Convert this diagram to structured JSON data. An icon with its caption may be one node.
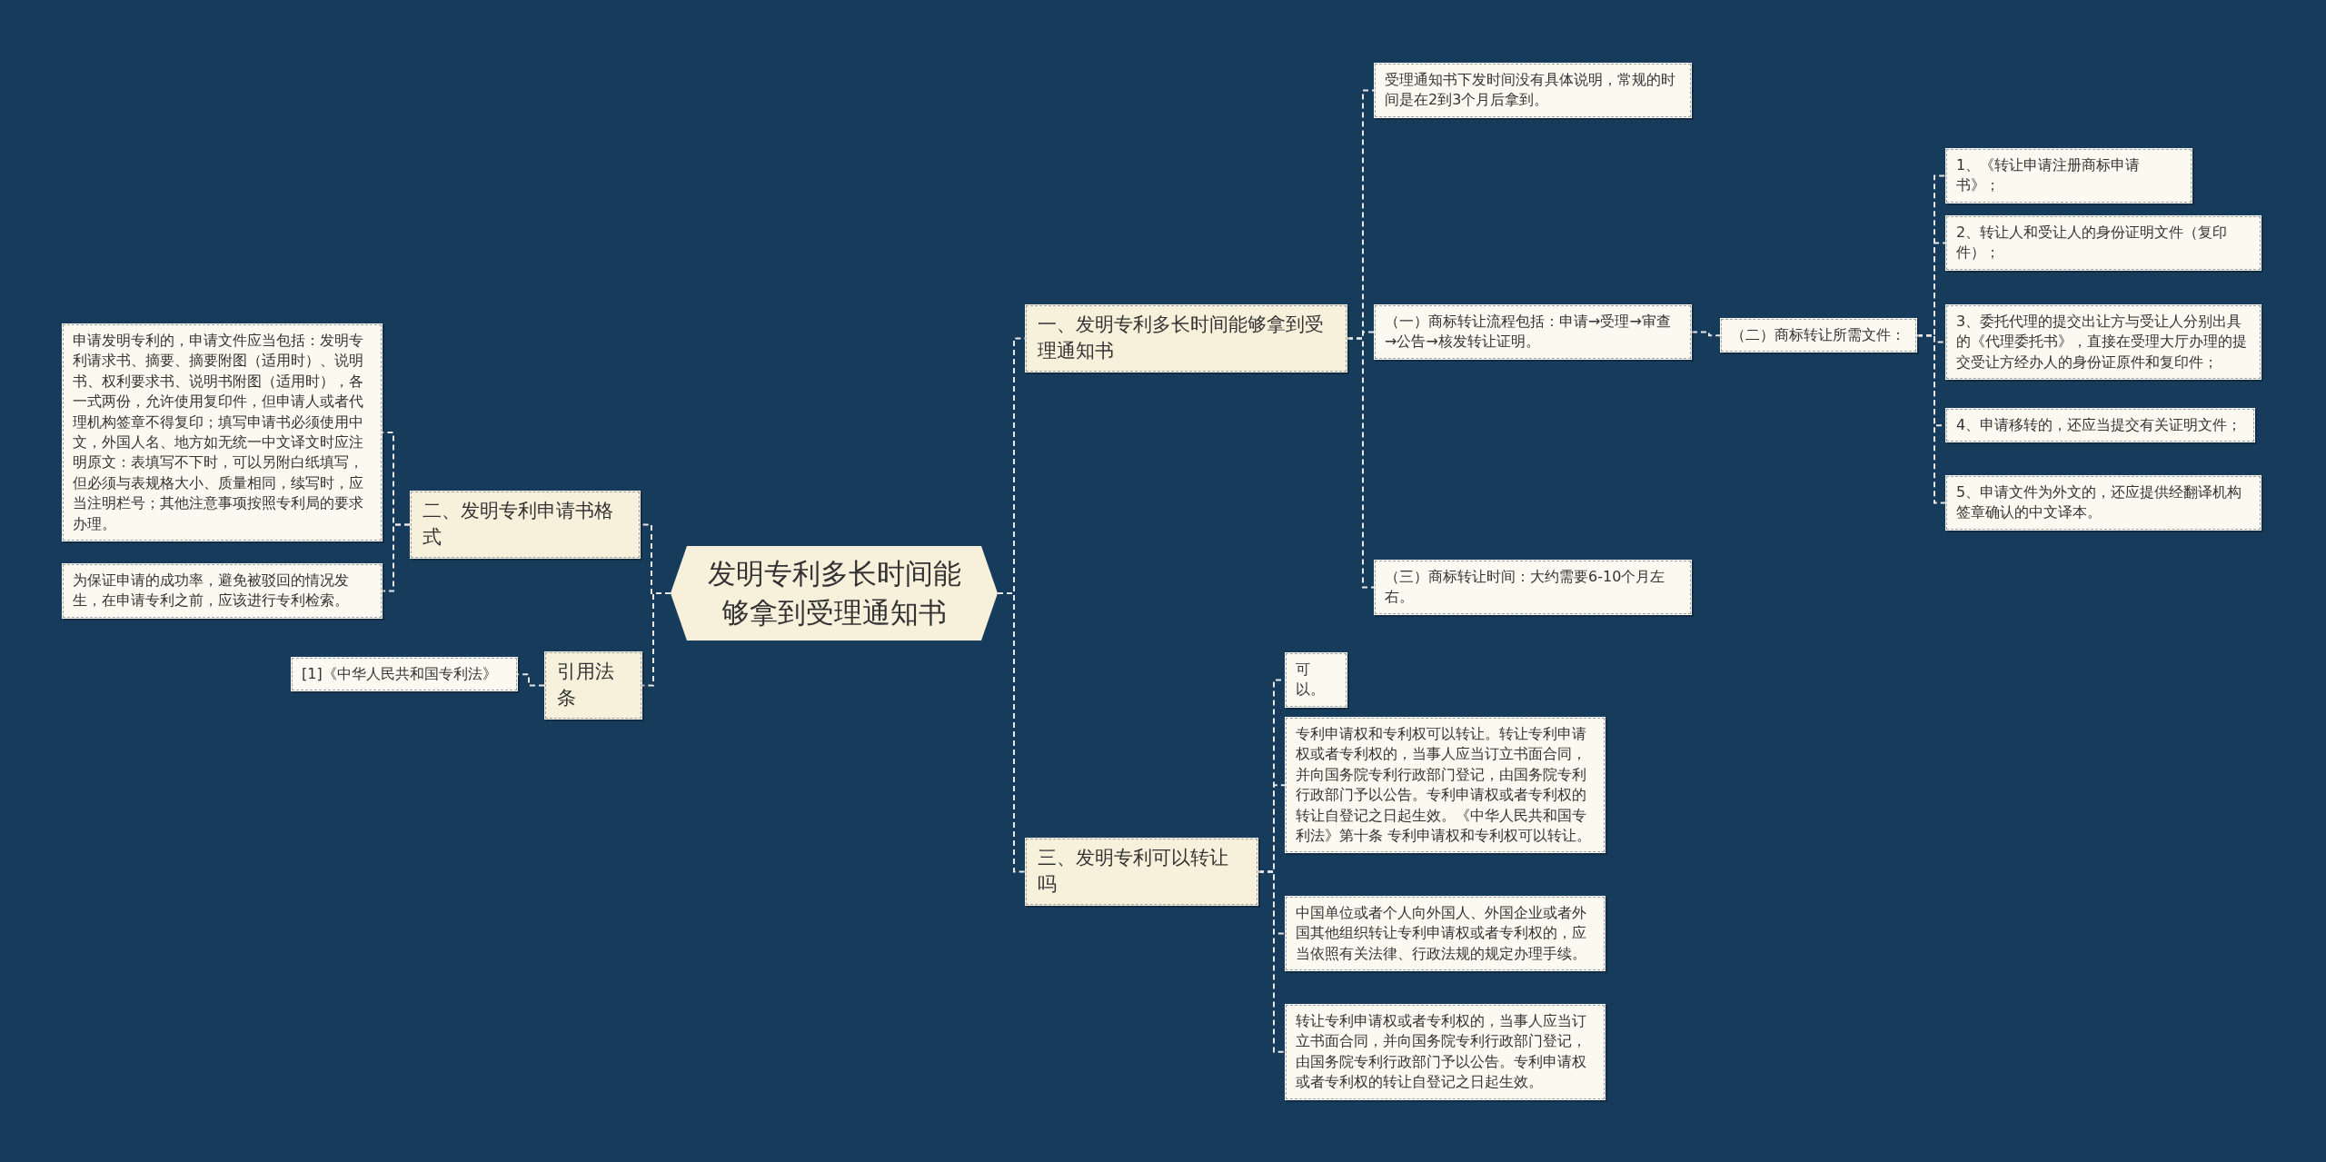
{
  "diagram": {
    "nodes": [
      {
        "text": [
          "发明专利多长时间能够拿到受理通知书"
        ]
      },
      {
        "text": [
          "一、发明专利多长时间能够拿到受理通知书"
        ]
      },
      {
        "text": [
          "受理通知书下发时间没有具体说明，常规的时间是在2到3个月后拿到。"
        ]
      },
      {
        "text": [
          "（一）商标转让流程包括：申请→受理→审查→公告→核发转让证明。"
        ]
      },
      {
        "text": [
          "（二）商标转让所需文件："
        ]
      },
      {
        "text": [
          "1、《转让申请注册商标申请书》；"
        ]
      },
      {
        "text": [
          "2、转让人和受让人的身份证明文件（复印件）；"
        ]
      },
      {
        "text": [
          "3、委托代理的提交出让方与受让人分别出具的《代理委托书》，直接在受理大厅办理的提交受让方经办人的身份证原件和复印件；"
        ]
      },
      {
        "text": [
          "4、申请移转的，还应当提交有关证明文件；"
        ]
      },
      {
        "text": [
          "5、申请文件为外文的，还应提供经翻译机构签章确认的中文译本。"
        ]
      },
      {
        "text": [
          "（三）商标转让时间：大约需要6-10个月左右。"
        ]
      },
      {
        "text": [
          "三、发明专利可以转让吗"
        ]
      },
      {
        "text": [
          "可以。"
        ]
      },
      {
        "text": [
          "专利申请权和专利权可以转让。转让专利申请权或者专利权的，当事人应当订立书面合同，并向国务院专利行政部门登记，由国务院专利行政部门予以公告。专利申请权或者专利权的转让自登记之日起生效。《中华人民共和国专利法》第十条 专利申请权和专利权可以转让。"
        ]
      },
      {
        "text": [
          "中国单位或者个人向外国人、外国企业或者外国其他组织转让专利申请权或者专利权的，应当依照有关法律、行政法规的规定办理手续。"
        ]
      },
      {
        "text": [
          "转让专利申请权或者专利权的，当事人应当订立书面合同，并向国务院专利行政部门登记，由国务院专利行政部门予以公告。专利申请权或者专利权的转让自登记之日起生效。"
        ]
      },
      {
        "text": [
          "二、发明专利申请书格式"
        ]
      },
      {
        "text": [
          "申请发明专利的，申请文件应当包括：发明专利请求书、摘要、摘要附图（适用时）、说明书、权利要求书、说明书附图（适用时），各一式两份，允许使用复印件，但申请人或者代理机构签章不得复印；填写申请书必须使用中文，外国人名、地方如无统一中文译文时应注明原文：表填写不下时，可以另附白纸填写，但必须与表规格大小、质量相同，续写时，应当注明栏号；其他注意事项按照专利局的要求办理。"
        ]
      },
      {
        "text": [
          "为保证申请的成功率，避免被驳回的情况发生，在申请专利之前，应该进行专利检索。"
        ]
      },
      {
        "text": [
          "引用法条"
        ]
      },
      {
        "text": [
          "[1]《中华人民共和国专利法》"
        ]
      }
    ],
    "edges": [
      {
        "from": 0,
        "to": 1,
        "arrow": "none"
      },
      {
        "from": 1,
        "to": 2,
        "arrow": "none"
      },
      {
        "from": 1,
        "to": 3,
        "arrow": "none"
      },
      {
        "from": 3,
        "to": 4,
        "arrow": "none"
      },
      {
        "from": 4,
        "to": 5,
        "arrow": "none"
      },
      {
        "from": 4,
        "to": 6,
        "arrow": "none"
      },
      {
        "from": 4,
        "to": 7,
        "arrow": "none"
      },
      {
        "from": 4,
        "to": 8,
        "arrow": "none"
      },
      {
        "from": 4,
        "to": 9,
        "arrow": "none"
      },
      {
        "from": 1,
        "to": 10,
        "arrow": "none"
      },
      {
        "from": 0,
        "to": 11,
        "arrow": "none"
      },
      {
        "from": 11,
        "to": 12,
        "arrow": "none"
      },
      {
        "from": 11,
        "to": 13,
        "arrow": "none"
      },
      {
        "from": 11,
        "to": 14,
        "arrow": "none"
      },
      {
        "from": 11,
        "to": 15,
        "arrow": "none"
      },
      {
        "from": 0,
        "to": 16,
        "arrow": "none"
      },
      {
        "from": 16,
        "to": 17,
        "arrow": "none"
      },
      {
        "from": 16,
        "to": 18,
        "arrow": "none"
      },
      {
        "from": 0,
        "to": 19,
        "arrow": "none"
      },
      {
        "from": 19,
        "to": 20,
        "arrow": "none"
      }
    ]
  }
}
